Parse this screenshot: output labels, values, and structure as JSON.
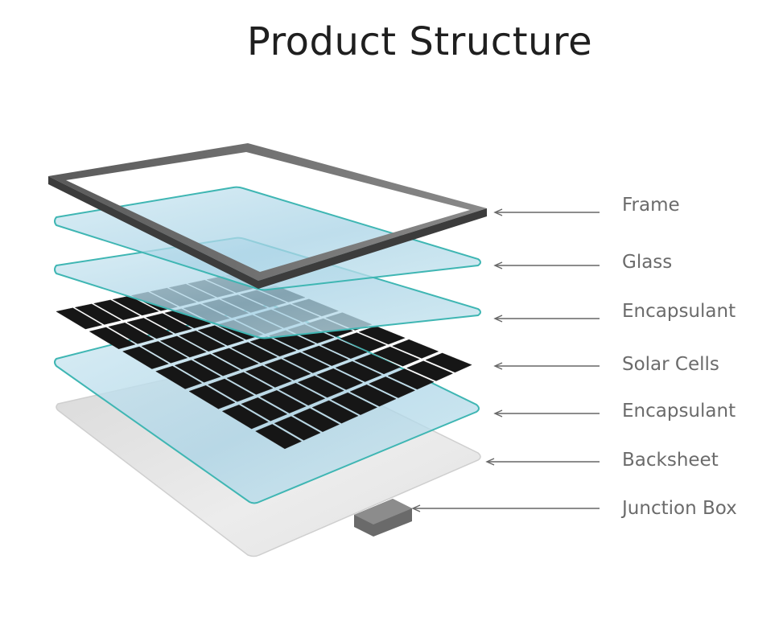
{
  "title": "Product Structure",
  "layers": [
    {
      "id": "frame",
      "label": "Frame"
    },
    {
      "id": "glass",
      "label": "Glass"
    },
    {
      "id": "encapsulant-top",
      "label": "Encapsulant"
    },
    {
      "id": "solar-cells",
      "label": "Solar Cells"
    },
    {
      "id": "encapsulant-bottom",
      "label": "Encapsulant"
    },
    {
      "id": "backsheet",
      "label": "Backsheet"
    },
    {
      "id": "junction-box",
      "label": "Junction Box"
    }
  ],
  "colors": {
    "frame": "#7a7a7a",
    "glass_edge": "#3fb6b3",
    "glass_fill": "#bfe0ec",
    "cell": "#161616",
    "backsheet": "#e3e3e3",
    "arrow": "#666666",
    "label": "#6b6b6b"
  }
}
